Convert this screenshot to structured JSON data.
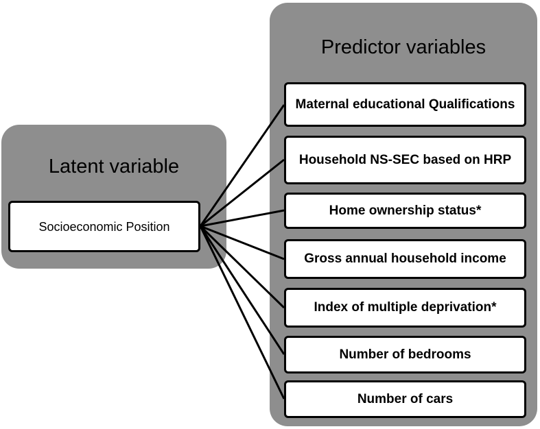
{
  "latent": {
    "title": "Latent variable",
    "node": "Socioeconomic Position"
  },
  "predictors": {
    "title": "Predictor variables",
    "items": [
      "Maternal educational Qualifications",
      "Household NS-SEC based on HRP",
      "Home ownership status*",
      "Gross annual household income",
      "Index of multiple deprivation*",
      "Number of bedrooms",
      "Number of cars"
    ]
  },
  "colors": {
    "panel": "#8e8e8e",
    "box": "#ffffff",
    "line": "#000000"
  }
}
